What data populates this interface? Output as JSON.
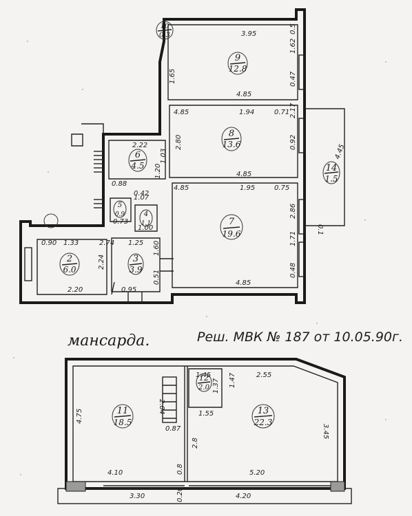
{
  "captions": {
    "attic": "мансарда.",
    "decision": "Реш. МВК № 187  от 10.05.90г."
  },
  "rooms": [
    {
      "id": "room-2",
      "num": "2",
      "area": "6.0"
    },
    {
      "id": "room-3",
      "num": "3",
      "area": "3.9"
    },
    {
      "id": "room-4",
      "num": "4",
      "area": "1.1"
    },
    {
      "id": "room-5",
      "num": "5",
      "area": "0.9"
    },
    {
      "id": "room-6",
      "num": "6",
      "area": "4.5"
    },
    {
      "id": "room-7",
      "num": "7",
      "area": "19.6"
    },
    {
      "id": "room-8",
      "num": "8",
      "area": "13.6"
    },
    {
      "id": "room-9",
      "num": "9",
      "area": "12.8"
    },
    {
      "id": "room-10",
      "num": "10",
      "area": "0.3"
    },
    {
      "id": "room-14",
      "num": "14",
      "area": "1.5"
    },
    {
      "id": "room-11",
      "num": "11",
      "area": "18.5"
    },
    {
      "id": "room-12",
      "num": "12",
      "area": "2.0"
    },
    {
      "id": "room-13",
      "num": "13",
      "area": "22.3"
    }
  ],
  "dims": {
    "r9_top": "3.95",
    "r9_bottom": "4.85",
    "r9_left": "1.65",
    "r9_right": "1.62",
    "r9_sm1": "0.47",
    "r9_sm2": "0.5",
    "r8_tl": "4.85",
    "r8_mid": "1.94",
    "r8_right": "0.71",
    "r8_left": "2.80",
    "r8_bottom": "4.85",
    "r8_side": "0.92",
    "r8_side2": "2.17",
    "r7_tl": "4.85",
    "r7_mid": "1.95",
    "r7_right": "0.75",
    "r7_bottom": "4.85",
    "r7_side1": "2.86",
    "r7_side2": "1.71",
    "r7_side3": "0.48",
    "r6_top": "2.22",
    "r6_side": "1.20",
    "r6_r": "1.03",
    "r6_sm1": "0.88",
    "r6_sm2": "1.07",
    "r5_a": "0.73",
    "r5_b": "0.42",
    "r4_w": "1.00",
    "r2_top": "1.33",
    "r2_left": "0.90",
    "r2_mid": "2.24",
    "r2_bottom": "2.20",
    "r2_tr": "2.74",
    "r3_top": "1.25",
    "r3_bottom": "0.95",
    "r3_side": "1.60",
    "r3_sm": "0.51",
    "r14_side": "4.45",
    "r14_sm": "0.1",
    "r11_side": "4.75",
    "r11_bottom": "4.10",
    "r11_len": "3.30",
    "r11_stair": "2.04",
    "r11_sm": "0.87",
    "r12_top": "1.45",
    "r12_side": "1.37",
    "r12_bottom": "1.55",
    "r12_left": "2.8",
    "r13_top": "2.55",
    "r13_side": "3.45",
    "r13_bottom": "5.20",
    "r13_len": "4.20",
    "r13_sm": "1.47",
    "attic_sm1": "0.8",
    "attic_sm2": "0.20"
  }
}
